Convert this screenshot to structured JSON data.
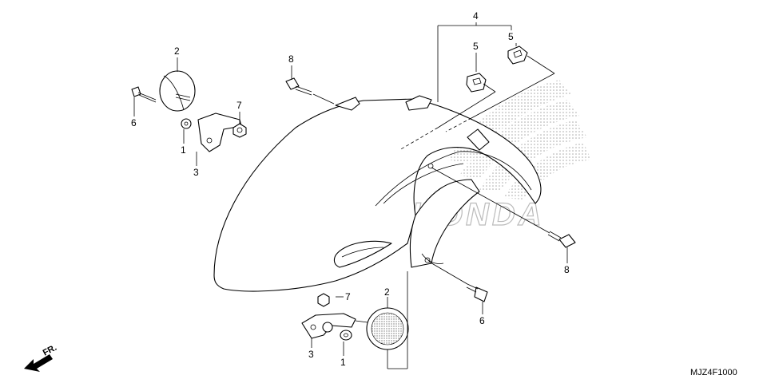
{
  "diagram": {
    "part_numbers": {
      "p1_top": "1",
      "p2_top": "2",
      "p3_top": "3",
      "p6_top": "6",
      "p7_top": "7",
      "p8_top": "8",
      "p4": "4",
      "p5_left": "5",
      "p5_right": "5",
      "p8_right": "8",
      "p6_right": "6",
      "p2_bottom": "2",
      "p7_bottom": "7",
      "p3_bottom": "3",
      "p1_bottom": "1"
    },
    "direction_label": "FR.",
    "diagram_code": "MJZ4F1000",
    "watermark_text": "HONDA",
    "colors": {
      "line": "#000000",
      "background": "#ffffff",
      "watermark": "#c8c8c8"
    }
  }
}
